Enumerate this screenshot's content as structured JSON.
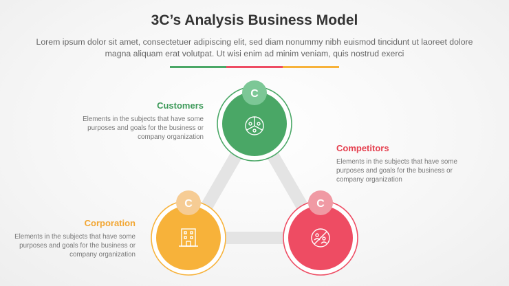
{
  "header": {
    "title": "3C’s Analysis Business Model",
    "subtitle": "Lorem ipsum dolor sit amet, consectetuer adipiscing elit, sed diam nonummy nibh euismod tincidunt ut laoreet dolore magna aliquam erat volutpat. Ut wisi enim ad minim veniam, quis nostrud exerci"
  },
  "colors": {
    "green": "#4aa766",
    "red": "#ee4c63",
    "orange": "#f7b23a",
    "text_dark": "#333333",
    "text_muted": "#777777",
    "connector": "#e4e4e4"
  },
  "nodes": [
    {
      "key": "customers",
      "badge": "C",
      "title": "Customers",
      "description": "Elements in the subjects that have some purposes and goals for the business or company organization",
      "icon": "people-pie-icon",
      "color": "#4aa766",
      "badge_color": "#7cc796",
      "title_color": "#3e9a5a"
    },
    {
      "key": "competitors",
      "badge": "C",
      "title": "Competitors",
      "description": "Elements in the subjects that have some purposes and goals for the business or company organization",
      "icon": "no-people-icon",
      "color": "#ee4c63",
      "badge_color": "#f09aa4",
      "title_color": "#e5404f"
    },
    {
      "key": "corporation",
      "badge": "C",
      "title": "Corporation",
      "description": "Elements in the subjects that have some purposes and goals for the business or company organization",
      "icon": "building-icon",
      "color": "#f7b23a",
      "badge_color": "#f6cc94",
      "title_color": "#f2a632"
    }
  ]
}
